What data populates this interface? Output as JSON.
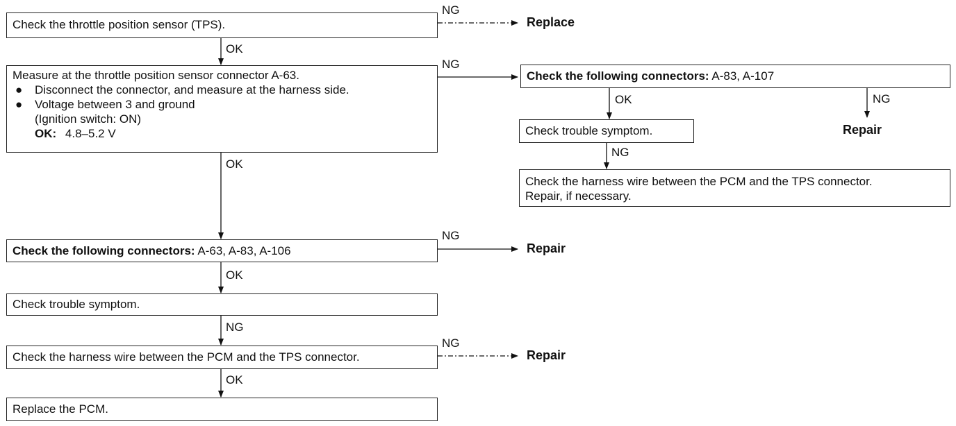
{
  "boxes": {
    "tps_check": "Check the throttle position sensor (TPS).",
    "measure": {
      "line1": "Measure at the throttle position sensor connector A-63.",
      "bullet": "●",
      "bullet1": "Disconnect the connector, and measure at the harness side.",
      "bullet2": "Voltage between 3 and ground",
      "sub1": "(Ignition switch: ON)",
      "ok_label": "OK:",
      "ok_value": "4.8–5.2 V"
    },
    "connectors_right": {
      "bold": "Check the following connectors:",
      "rest": " A-83, A-107"
    },
    "symptom_right": "Check trouble symptom.",
    "harness_right": {
      "line1": "Check the harness wire between the PCM and the TPS connector.",
      "line2": "Repair, if necessary."
    },
    "connectors_main": {
      "bold": "Check the following connectors:",
      "rest": " A-63, A-83, A-106"
    },
    "symptom_main": "Check  trouble  symptom.",
    "harness_main": "Check the harness wire between the PCM and the TPS connector.",
    "replace_pcm": "Replace  the  PCM."
  },
  "labels": {
    "ok": "OK",
    "ng": "NG"
  },
  "outcomes": {
    "replace": "Replace",
    "repair": "Repair"
  }
}
